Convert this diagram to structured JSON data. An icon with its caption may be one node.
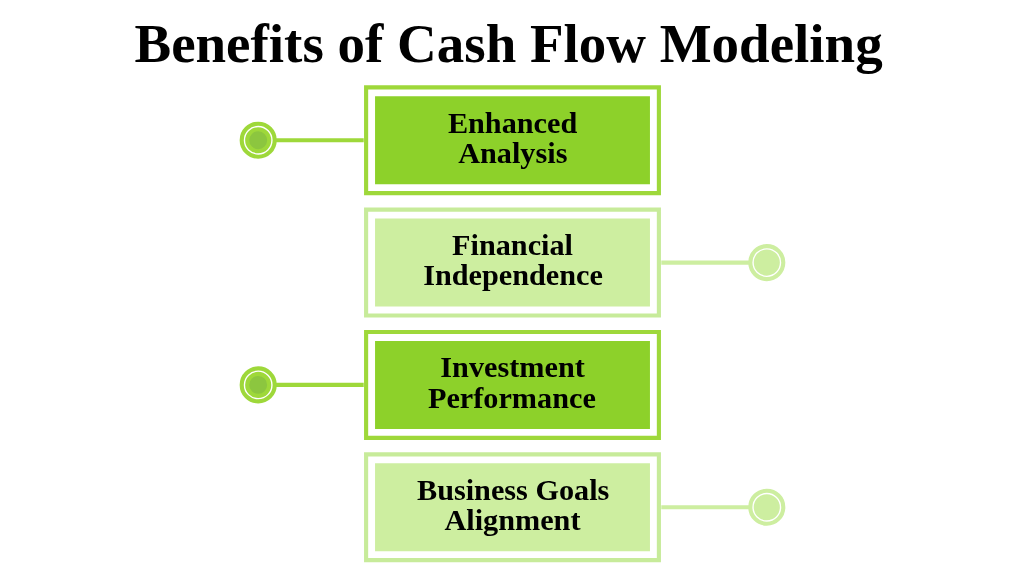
{
  "diagram": {
    "title": "Benefits of Cash Flow Modeling",
    "nodes": [
      {
        "text": [],
        "shape": "circle"
      },
      {
        "text": [
          "Enhanced Analysis"
        ]
      },
      {
        "text": [
          "Financial Independence"
        ]
      },
      {
        "text": [],
        "shape": "circle"
      },
      {
        "text": [],
        "shape": "circle"
      },
      {
        "text": [
          "Investment Performance"
        ]
      },
      {
        "text": [
          "Business Goals Alignment"
        ]
      },
      {
        "text": [],
        "shape": "circle"
      }
    ],
    "edges": [
      {
        "from": 0,
        "to": 1,
        "arrow": "none",
        "color": "#9ed83a"
      },
      {
        "from": 2,
        "to": 3,
        "arrow": "none",
        "color": "#cdeea0"
      },
      {
        "from": 4,
        "to": 5,
        "arrow": "none",
        "color": "#9ed83a"
      },
      {
        "from": 6,
        "to": 7,
        "arrow": "none",
        "color": "#cdeea0"
      }
    ]
  }
}
